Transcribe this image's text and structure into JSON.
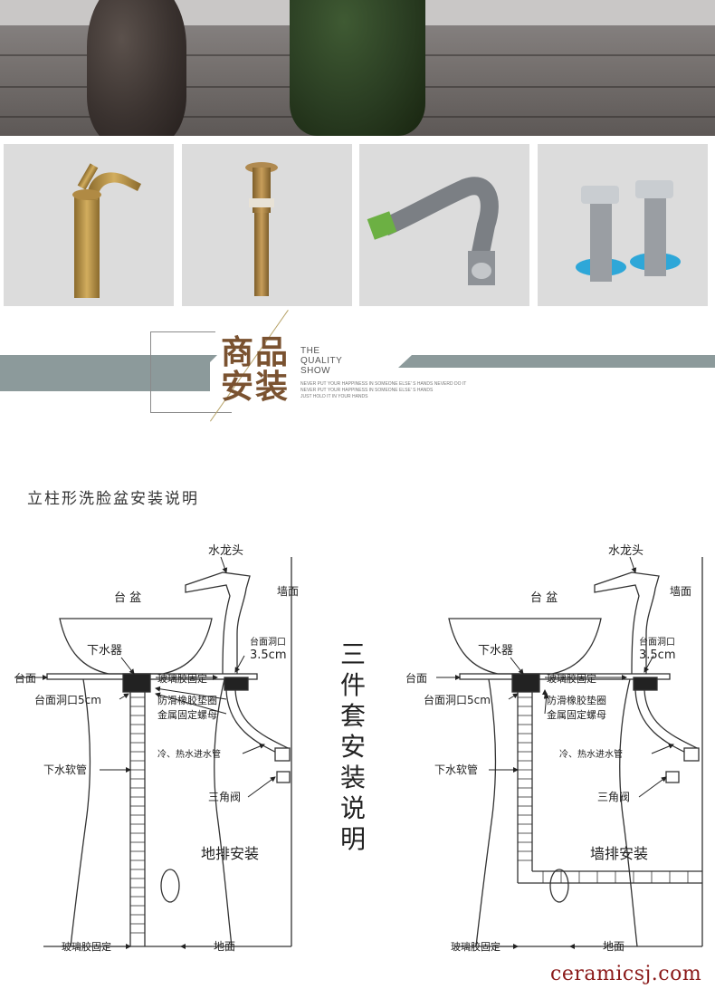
{
  "banner": {
    "title_line1": "商品",
    "title_line2": "安装",
    "en_line1": "THE",
    "en_line2": "QUALITY",
    "en_line3": "SHOW",
    "small_line1": "NEVER PUT YOUR HAPPINESS IN SOMEONE ELSE' S HANDS NEVERD DO IT",
    "small_line2": "NEVER PUT YOUR HAPPINESS IN SOMEONE ELSE' S HANDS",
    "small_line3": "JUST HOLD IT IN YOUR HANDS"
  },
  "section_title": "立柱形洗脸盆安装说明",
  "center_title": [
    "三",
    "件",
    "套",
    "安",
    "装",
    "说",
    "明"
  ],
  "left_diagram": {
    "faucet": "水龙头",
    "wall": "墙面",
    "basin": "台 盆",
    "hole_top_1": "台面洞口",
    "hole_top_2": "3.5cm",
    "drain": "下水器",
    "countertop": "台面",
    "glass_glue": "玻璃胶固定",
    "countertop_hole": "台面洞口5cm",
    "rubber_washer": "防滑橡胶垫圈",
    "metal_nut": "金属固定螺母",
    "water_inlet": "冷、热水进水管",
    "drain_hose": "下水软管",
    "angle_valve": "三角阀",
    "install_type": "地排安装",
    "glass_glue_bottom": "玻璃胶固定",
    "floor": "地面"
  },
  "right_diagram": {
    "faucet": "水龙头",
    "wall": "墙面",
    "basin": "台 盆",
    "hole_top_1": "台面洞口",
    "hole_top_2": "3.5cm",
    "drain": "下水器",
    "countertop": "台面",
    "glass_glue": "玻璃胶固定",
    "countertop_hole": "台面洞口5cm",
    "rubber_washer": "防滑橡胶垫圈",
    "metal_nut": "金属固定螺母",
    "water_inlet": "冷、热水进水管",
    "drain_hose": "下水软管",
    "angle_valve": "三角阀",
    "install_type": "墙排安装",
    "glass_glue_bottom": "玻璃胶固定",
    "floor": "地面"
  },
  "watermark": "ceramicsj.com",
  "colors": {
    "banner_band": "#8c9a9b",
    "banner_title": "#7a5230",
    "watermark": "#8b1a1a"
  },
  "thumbnails": [
    "brass-faucet-image",
    "pop-up-drain-image",
    "drain-hose-image",
    "angle-valves-image"
  ]
}
